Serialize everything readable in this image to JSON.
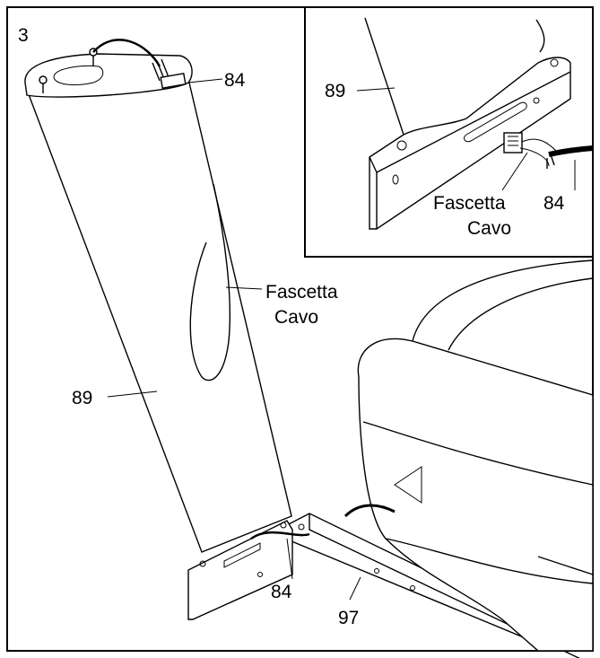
{
  "step_number": "3",
  "labels": {
    "main_part_84_top": "84",
    "main_upright": "89",
    "main_cable_tie_line1": "Fascetta",
    "main_cable_tie_line2": "Cavo",
    "main_part_84_bottom": "84",
    "main_base": "97",
    "inset_upright": "89",
    "inset_cable_tie_line1": "Fascetta",
    "inset_cable_tie_line2": "Cavo",
    "inset_part_84": "84"
  }
}
